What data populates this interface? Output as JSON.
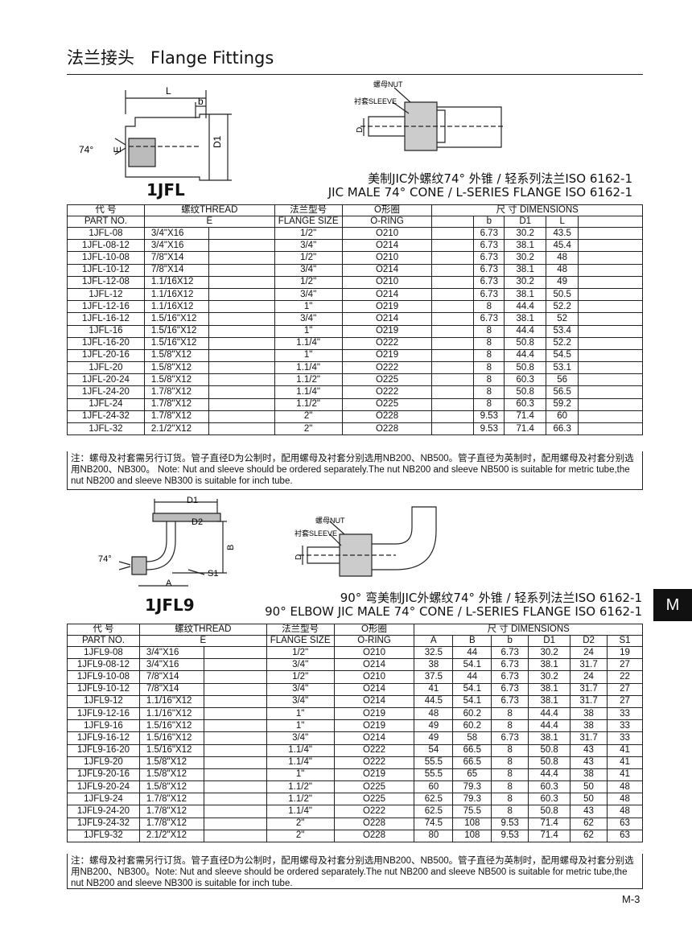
{
  "header": {
    "title": "法兰接头   Flange Fittings"
  },
  "section1": {
    "model": "1JFL",
    "title_cn": "美制JIC外螺纹74° 外锥 /  轻系列法兰ISO 6162-1",
    "title_en": "JIC MALE 74° CONE / L-SERIES FLANGE ISO 6162-1",
    "labels": {
      "L": "L",
      "b": "b",
      "D1": "D1",
      "E": "E",
      "angle": "74°",
      "nut": "螺母NUT",
      "sleeve": "衬套SLEEVE",
      "D": "D"
    },
    "head1": {
      "part": "代  号",
      "thread": "螺纹THREAD",
      "flange": "法兰型号",
      "oring": "O形圈",
      "dims": "尺      寸      DIMENSIONS"
    },
    "head2": {
      "part": "PART  NO.",
      "e": "E",
      "flange": "FLANGE SIZE",
      "oring": "O-RING",
      "b": "b",
      "d1": "D1",
      "l": "L"
    },
    "rows": [
      [
        "1JFL-08",
        "3/4\"X16",
        "1/2\"",
        "O210",
        "6.73",
        "30.2",
        "43.5"
      ],
      [
        "1JFL-08-12",
        "3/4\"X16",
        "3/4\"",
        "O214",
        "6.73",
        "38.1",
        "45.4"
      ],
      [
        "1JFL-10-08",
        "7/8\"X14",
        "1/2\"",
        "O210",
        "6.73",
        "30.2",
        "48"
      ],
      [
        "1JFL-10-12",
        "7/8\"X14",
        "3/4\"",
        "O214",
        "6.73",
        "38.1",
        "48"
      ],
      [
        "1JFL-12-08",
        "1.1/16X12",
        "1/2\"",
        "O210",
        "6.73",
        "30.2",
        "49"
      ],
      [
        "1JFL-12",
        "1.1/16X12",
        "3/4\"",
        "O214",
        "6.73",
        "38.1",
        "50.5"
      ],
      [
        "1JFL-12-16",
        "1.1/16X12",
        "1\"",
        "O219",
        "8",
        "44.4",
        "52.2"
      ],
      [
        "1JFL-16-12",
        "1.5/16\"X12",
        "3/4\"",
        "O214",
        "6.73",
        "38.1",
        "52"
      ],
      [
        "1JFL-16",
        "1.5/16\"X12",
        "1\"",
        "O219",
        "8",
        "44.4",
        "53.4"
      ],
      [
        "1JFL-16-20",
        "1.5/16\"X12",
        "1.1/4\"",
        "O222",
        "8",
        "50.8",
        "52.2"
      ],
      [
        "1JFL-20-16",
        "1.5/8\"X12",
        "1\"",
        "O219",
        "8",
        "44.4",
        "54.5"
      ],
      [
        "1JFL-20",
        "1.5/8\"X12",
        "1.1/4\"",
        "O222",
        "8",
        "50.8",
        "53.1"
      ],
      [
        "1JFL-20-24",
        "1.5/8\"X12",
        "1.1/2\"",
        "O225",
        "8",
        "60.3",
        "56"
      ],
      [
        "1JFL-24-20",
        "1.7/8\"X12",
        "1.1/4\"",
        "O222",
        "8",
        "50.8",
        "56.5"
      ],
      [
        "1JFL-24",
        "1.7/8\"X12",
        "1.1/2\"",
        "O225",
        "8",
        "60.3",
        "59.2"
      ],
      [
        "1JFL-24-32",
        "1.7/8\"X12",
        "2\"",
        "O228",
        "9.53",
        "71.4",
        "60"
      ],
      [
        "1JFL-32",
        "2.1/2\"X12",
        "2\"",
        "O228",
        "9.53",
        "71.4",
        "66.3"
      ]
    ],
    "note": "注：螺母及衬套需另行订货。管子直径D为公制时，配用螺母及衬套分别选用NB200、NB500。管子直径为英制时，配用螺母及衬套分别选用NB200、NB300。   Note:  Nut and sleeve should be ordered separately.The nut NB200 and sleeve NB500 is suitable for metric tube,the nut NB200 and sleeve NB300 is suitable for inch tube."
  },
  "section2": {
    "model": "1JFL9",
    "title_cn": "90° 弯美制JIC外螺纹74° 外锥 / 轻系列法兰ISO 6162-1",
    "title_en": "90° ELBOW JIC MALE 74° CONE / L-SERIES FLANGE ISO 6162-1",
    "labels": {
      "D1": "D1",
      "D2": "D2",
      "B": "B",
      "A": "A",
      "S1": "S1",
      "angle": "74°",
      "nut": "螺母NUT",
      "sleeve": "衬套SLEEVE",
      "D": "D"
    },
    "head1": {
      "part": "代  号",
      "thread": "螺纹THREAD",
      "flange": "法兰型号",
      "oring": "O形圈",
      "dims": "尺      寸      DIMENSIONS"
    },
    "head2": {
      "part": "PART  NO.",
      "e": "E",
      "flange": "FLANGE SIZE",
      "oring": "O-RING",
      "a": "A",
      "b_cap": "B",
      "b": "b",
      "d1": "D1",
      "d2": "D2",
      "s1": "S1"
    },
    "rows": [
      [
        "1JFL9-08",
        "3/4\"X16",
        "1/2\"",
        "O210",
        "32.5",
        "44",
        "6.73",
        "30.2",
        "24",
        "19"
      ],
      [
        "1JFL9-08-12",
        "3/4\"X16",
        "3/4\"",
        "O214",
        "38",
        "54.1",
        "6.73",
        "38.1",
        "31.7",
        "27"
      ],
      [
        "1JFL9-10-08",
        "7/8\"X14",
        "1/2\"",
        "O210",
        "37.5",
        "44",
        "6.73",
        "30.2",
        "24",
        "22"
      ],
      [
        "1JFL9-10-12",
        "7/8\"X14",
        "3/4\"",
        "O214",
        "41",
        "54.1",
        "6.73",
        "38.1",
        "31.7",
        "27"
      ],
      [
        "1JFL9-12",
        "1.1/16\"X12",
        "3/4\"",
        "O214",
        "44.5",
        "54.1",
        "6.73",
        "38.1",
        "31.7",
        "27"
      ],
      [
        "1JFL9-12-16",
        "1.1/16\"X12",
        "1\"",
        "O219",
        "48",
        "60.2",
        "8",
        "44.4",
        "38",
        "33"
      ],
      [
        "1JFL9-16",
        "1.5/16\"X12",
        "1\"",
        "O219",
        "49",
        "60.2",
        "8",
        "44.4",
        "38",
        "33"
      ],
      [
        "1JFL9-16-12",
        "1.5/16\"X12",
        "3/4\"",
        "O214",
        "49",
        "58",
        "6.73",
        "38.1",
        "31.7",
        "33"
      ],
      [
        "1JFL9-16-20",
        "1.5/16\"X12",
        "1.1/4\"",
        "O222",
        "54",
        "66.5",
        "8",
        "50.8",
        "43",
        "41"
      ],
      [
        "1JFL9-20",
        "1.5/8\"X12",
        "1.1/4\"",
        "O222",
        "55.5",
        "66.5",
        "8",
        "50.8",
        "43",
        "41"
      ],
      [
        "1JFL9-20-16",
        "1.5/8\"X12",
        "1\"",
        "O219",
        "55.5",
        "65",
        "8",
        "44.4",
        "38",
        "41"
      ],
      [
        "1JFL9-20-24",
        "1.5/8\"X12",
        "1.1/2\"",
        "O225",
        "60",
        "79.3",
        "8",
        "60.3",
        "50",
        "48"
      ],
      [
        "1JFL9-24",
        "1.7/8\"X12",
        "1.1/2\"",
        "O225",
        "62.5",
        "79.3",
        "8",
        "60.3",
        "50",
        "48"
      ],
      [
        "1JFL9-24-20",
        "1.7/8\"X12",
        "1.1/4\"",
        "O222",
        "62.5",
        "75.5",
        "8",
        "50.8",
        "43",
        "48"
      ],
      [
        "1JFL9-24-32",
        "1.7/8\"X12",
        "2\"",
        "O228",
        "74.5",
        "108",
        "9.53",
        "71.4",
        "62",
        "63"
      ],
      [
        "1JFL9-32",
        "2.1/2\"X12",
        "2\"",
        "O228",
        "80",
        "108",
        "9.53",
        "71.4",
        "62",
        "63"
      ]
    ],
    "note": "注：螺母及衬套需另行订货。管子直径D为公制时，配用螺母及衬套分别选用NB200、NB500。管子直径为英制时，配用螺母及衬套分别选用NB200、NB300。Note: Nut and sleeve should be ordered separately.The nut NB200 and sleeve NB500 is suitable for metric tube,the nut NB200 and sleeve NB300 is suitable for inch tube."
  },
  "side_tab": "M",
  "page_number": "M-3"
}
